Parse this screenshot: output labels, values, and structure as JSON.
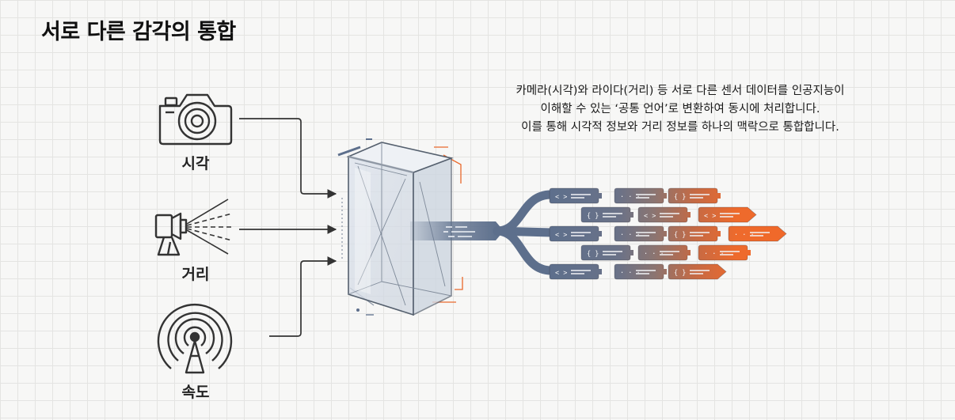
{
  "title": "서로 다른 감각의 통합",
  "description": {
    "line1": "카메라(시각)와 라이다(거리) 등 서로 다른 센서 데이터를 인공지능이",
    "line2": "이해할 수 있는 ‘공통 언어’로 변환하여 동시에 처리합니다.",
    "line3": "이를 통해 시각적 정보와 거리 정보를 하나의 맥락으로 통합합니다."
  },
  "sensors": [
    {
      "label": "시각",
      "icon": "camera-icon"
    },
    {
      "label": "거리",
      "icon": "lidar-icon"
    },
    {
      "label": "속도",
      "icon": "radar-icon"
    }
  ],
  "colors": {
    "slate": "#5d6f8c",
    "brown": "#8a7572",
    "orange": "#ee6a2c",
    "line": "#333333",
    "accent": "#e9692c"
  },
  "token_glyphs": {
    "code": "< >",
    "brace": "{ }",
    "dots": "· · ·"
  }
}
